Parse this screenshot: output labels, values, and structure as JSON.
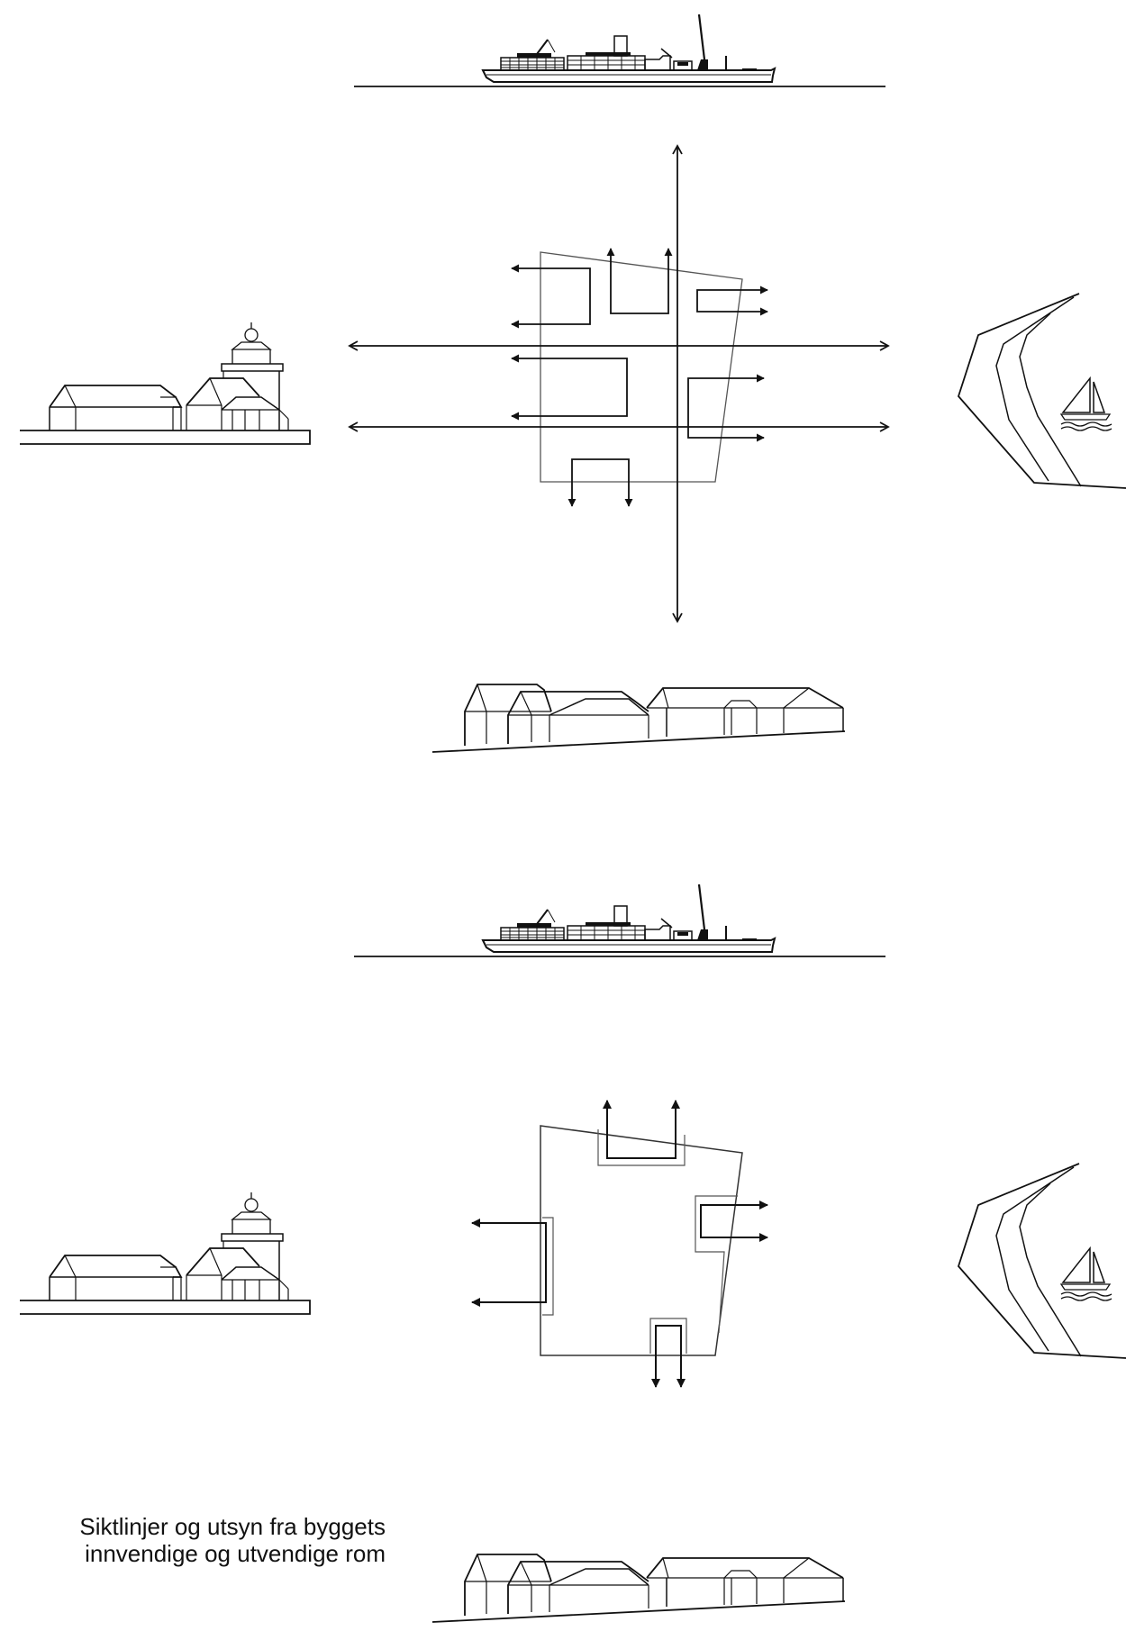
{
  "caption": {
    "line1": "Siktlinjer og utsyn fra byggets",
    "line2": "innvendige og utvendige rom"
  },
  "figures": {
    "top_diagram": {
      "north": "cargo-ship",
      "west": "church",
      "east": "harbor-with-sailboat",
      "south": "row-of-houses",
      "center": "sightline-plan"
    },
    "bottom_diagram": {
      "north": "cargo-ship",
      "west": "church",
      "east": "harbor-with-sailboat",
      "south": "row-of-houses",
      "center": "building-plan-with-views"
    }
  },
  "colors": {
    "line": "#111111",
    "thin_line": "#444444",
    "background": "#ffffff"
  }
}
